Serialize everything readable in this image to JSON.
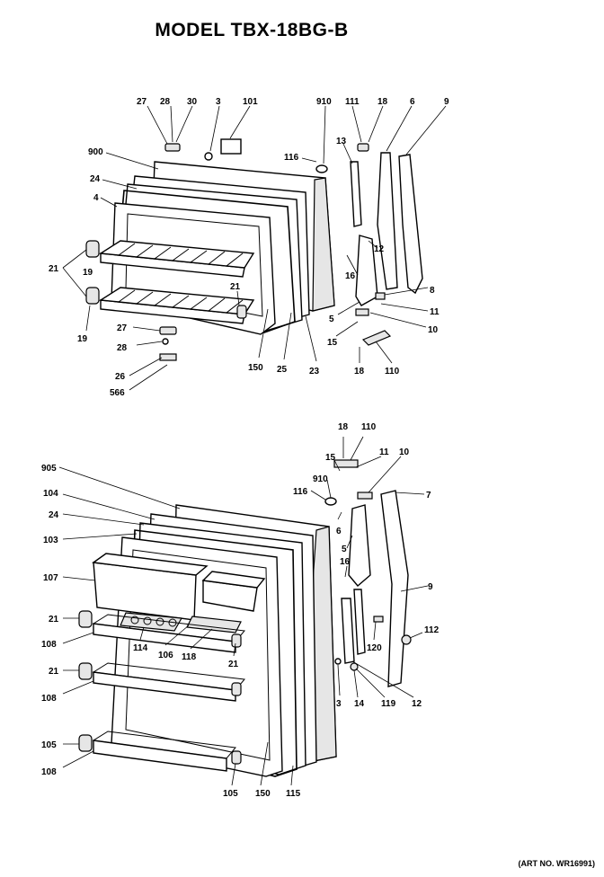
{
  "title": "MODEL TBX-18BG-B",
  "art_number": "(ART NO. WR16991)",
  "freezer_door_labels": [
    {
      "id": "l27a",
      "text": "27"
    },
    {
      "id": "l28a",
      "text": "28"
    },
    {
      "id": "l30",
      "text": "30"
    },
    {
      "id": "l3a",
      "text": "3"
    },
    {
      "id": "l101",
      "text": "101"
    },
    {
      "id": "l910a",
      "text": "910"
    },
    {
      "id": "l111",
      "text": "111"
    },
    {
      "id": "l18a",
      "text": "18"
    },
    {
      "id": "l6",
      "text": "6"
    },
    {
      "id": "l9a",
      "text": "9"
    },
    {
      "id": "l900",
      "text": "900"
    },
    {
      "id": "l116a",
      "text": "116"
    },
    {
      "id": "l13",
      "text": "13"
    },
    {
      "id": "l24a",
      "text": "24"
    },
    {
      "id": "l4",
      "text": "4"
    },
    {
      "id": "l21a",
      "text": "21"
    },
    {
      "id": "l19a",
      "text": "19"
    },
    {
      "id": "l19b",
      "text": "19"
    },
    {
      "id": "l21b",
      "text": "21"
    },
    {
      "id": "l12a",
      "text": "12"
    },
    {
      "id": "l16a",
      "text": "16"
    },
    {
      "id": "l8",
      "text": "8"
    },
    {
      "id": "l5a",
      "text": "5"
    },
    {
      "id": "l11a",
      "text": "11"
    },
    {
      "id": "l10a",
      "text": "10"
    },
    {
      "id": "l15a",
      "text": "15"
    },
    {
      "id": "l27b",
      "text": "27"
    },
    {
      "id": "l28b",
      "text": "28"
    },
    {
      "id": "l26",
      "text": "26"
    },
    {
      "id": "l566",
      "text": "566"
    },
    {
      "id": "l150a",
      "text": "150"
    },
    {
      "id": "l25",
      "text": "25"
    },
    {
      "id": "l23",
      "text": "23"
    },
    {
      "id": "l18b",
      "text": "18"
    },
    {
      "id": "l110a",
      "text": "110"
    }
  ],
  "fresh_food_door_labels": [
    {
      "id": "m18",
      "text": "18"
    },
    {
      "id": "m110",
      "text": "110"
    },
    {
      "id": "m15",
      "text": "15"
    },
    {
      "id": "m11",
      "text": "11"
    },
    {
      "id": "m10",
      "text": "10"
    },
    {
      "id": "m905",
      "text": "905"
    },
    {
      "id": "m910",
      "text": "910"
    },
    {
      "id": "m116",
      "text": "116"
    },
    {
      "id": "m7",
      "text": "7"
    },
    {
      "id": "m104",
      "text": "104"
    },
    {
      "id": "m6",
      "text": "6"
    },
    {
      "id": "m24",
      "text": "24"
    },
    {
      "id": "m103",
      "text": "103"
    },
    {
      "id": "m5",
      "text": "5"
    },
    {
      "id": "m16",
      "text": "16"
    },
    {
      "id": "m107",
      "text": "107"
    },
    {
      "id": "m9",
      "text": "9"
    },
    {
      "id": "m21a",
      "text": "21"
    },
    {
      "id": "m112",
      "text": "112"
    },
    {
      "id": "m108a",
      "text": "108"
    },
    {
      "id": "m114",
      "text": "114"
    },
    {
      "id": "m106",
      "text": "106"
    },
    {
      "id": "m118",
      "text": "118"
    },
    {
      "id": "m120",
      "text": "120"
    },
    {
      "id": "m21b",
      "text": "21"
    },
    {
      "id": "m21c",
      "text": "21"
    },
    {
      "id": "m3",
      "text": "3"
    },
    {
      "id": "m14",
      "text": "14"
    },
    {
      "id": "m119",
      "text": "119"
    },
    {
      "id": "m12",
      "text": "12"
    },
    {
      "id": "m108b",
      "text": "108"
    },
    {
      "id": "m105a",
      "text": "105"
    },
    {
      "id": "m108c",
      "text": "108"
    },
    {
      "id": "m105b",
      "text": "105"
    },
    {
      "id": "m150",
      "text": "150"
    },
    {
      "id": "m115",
      "text": "115"
    }
  ]
}
